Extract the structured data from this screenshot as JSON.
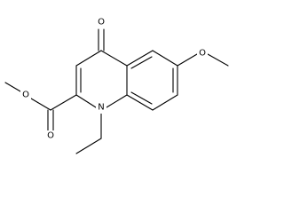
{
  "molecule": {
    "atoms": {
      "ketone_oxygen": "O",
      "ring_nitrogen": "N",
      "ether_oxygen": "O",
      "ester_carbonyl_oxygen": "O",
      "ester_alkoxy_oxygen": "O"
    }
  },
  "colors": {
    "bond": "#000000",
    "background": "#ffffff"
  }
}
